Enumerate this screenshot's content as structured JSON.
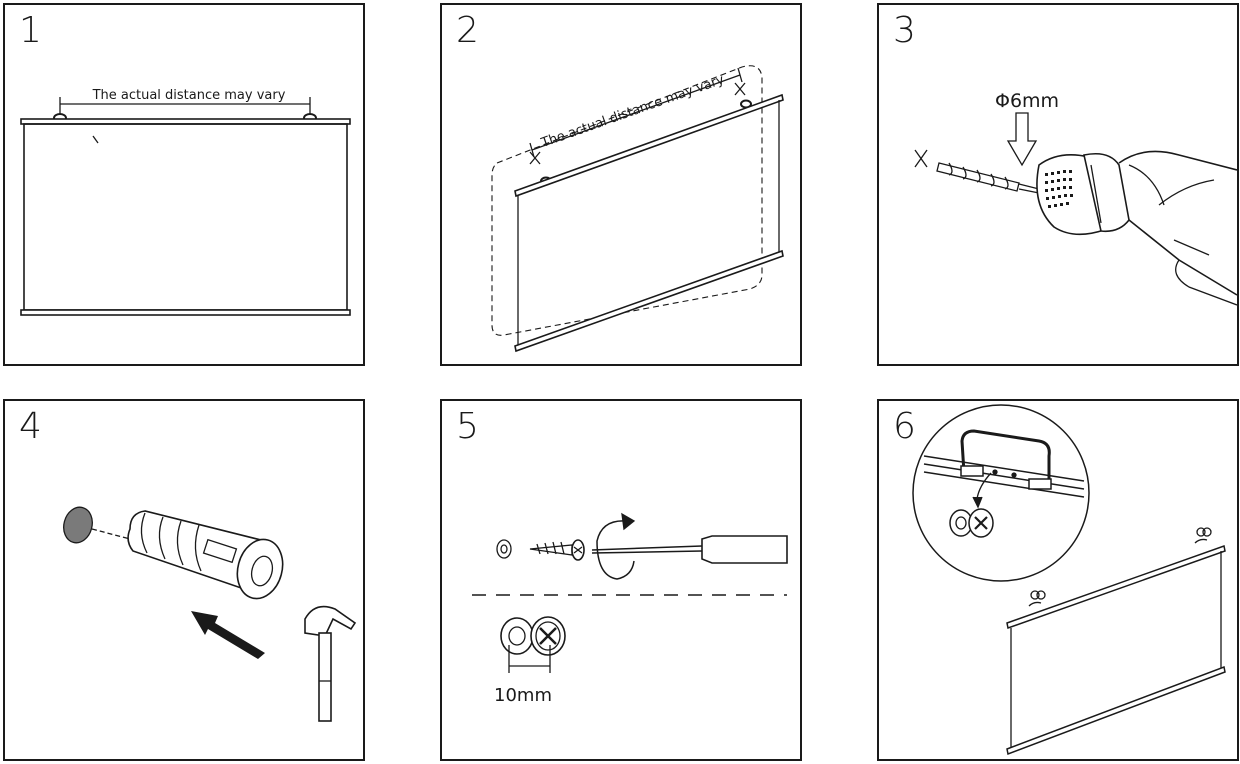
{
  "steps": [
    {
      "number": "1",
      "caption": "The actual distance may vary"
    },
    {
      "number": "2",
      "caption": "The actual distance may vary"
    },
    {
      "number": "3",
      "caption": "Φ6mm"
    },
    {
      "number": "4"
    },
    {
      "number": "5",
      "caption": "10mm"
    },
    {
      "number": "6"
    }
  ]
}
